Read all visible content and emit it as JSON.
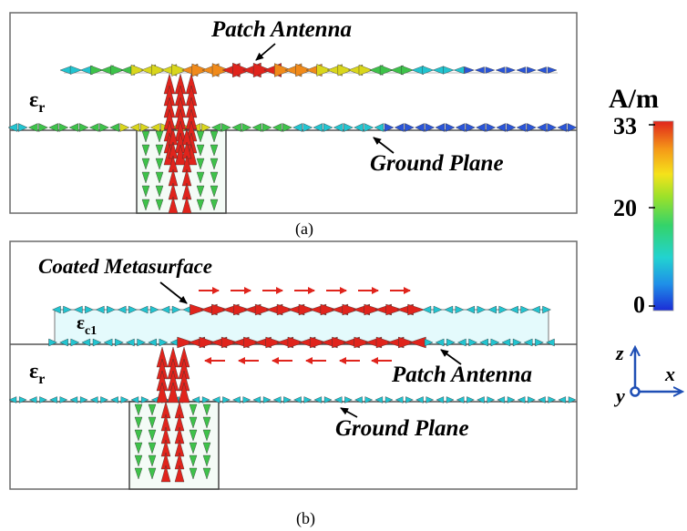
{
  "panel_a": {
    "caption": "(a)",
    "labels": {
      "patch_antenna": "Patch Antenna",
      "ground_plane": "Ground Plane",
      "substrate_base": "ε",
      "substrate_sub": "r"
    }
  },
  "panel_b": {
    "caption": "(b)",
    "labels": {
      "coated_metasurface": "Coated Metasurface",
      "patch_antenna": "Patch Antenna",
      "ground_plane": "Ground Plane",
      "coating_base": "ε",
      "coating_sub": "c1",
      "substrate_base": "ε",
      "substrate_sub": "r"
    }
  },
  "colorbar": {
    "unit": "A/m",
    "tick_max": "33",
    "tick_mid": "20",
    "tick_min": "0",
    "colors": [
      "#1b2cd6",
      "#1f8fe8",
      "#22d3d0",
      "#34d36a",
      "#9be12a",
      "#f5e21a",
      "#f59a18",
      "#e0241c"
    ]
  },
  "axes_triad": {
    "z": "z",
    "x": "x",
    "y": "y"
  },
  "colors": {
    "arrow_red": "#e0241c",
    "arrow_orange": "#f08a1a",
    "arrow_yellow": "#d9d61c",
    "arrow_green": "#3ec24a",
    "arrow_cyan": "#22c4d0",
    "arrow_blue": "#2a55d8",
    "coating_fill": "#e4fafc",
    "frame": "#6a6a6a",
    "axis_blue": "#1f4fb5"
  }
}
